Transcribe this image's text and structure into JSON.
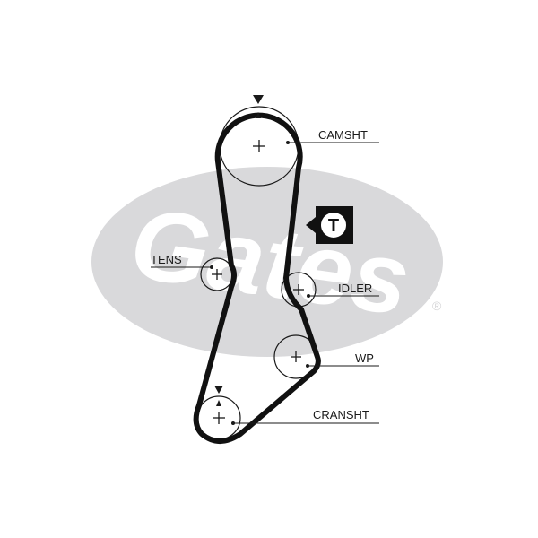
{
  "logo": {
    "text": "Gates",
    "registered_mark": "®",
    "color": "#d9d9db"
  },
  "colors": {
    "belt": "#111111",
    "lines": "#1a1a1a",
    "badge_bg": "#111111",
    "badge_fg": "#ffffff"
  },
  "badge": {
    "letter": "T"
  },
  "labels": {
    "camshaft": "CAMSHT",
    "tensioner": "TENS",
    "idler": "IDLER",
    "water_pump": "WP",
    "crankshaft": "CRANSHT"
  },
  "icons": {
    "timing_mark": "triangle-marker-icon",
    "pulley_center": "crosshair-icon",
    "tensioner_badge": "tensioner-t-icon"
  }
}
